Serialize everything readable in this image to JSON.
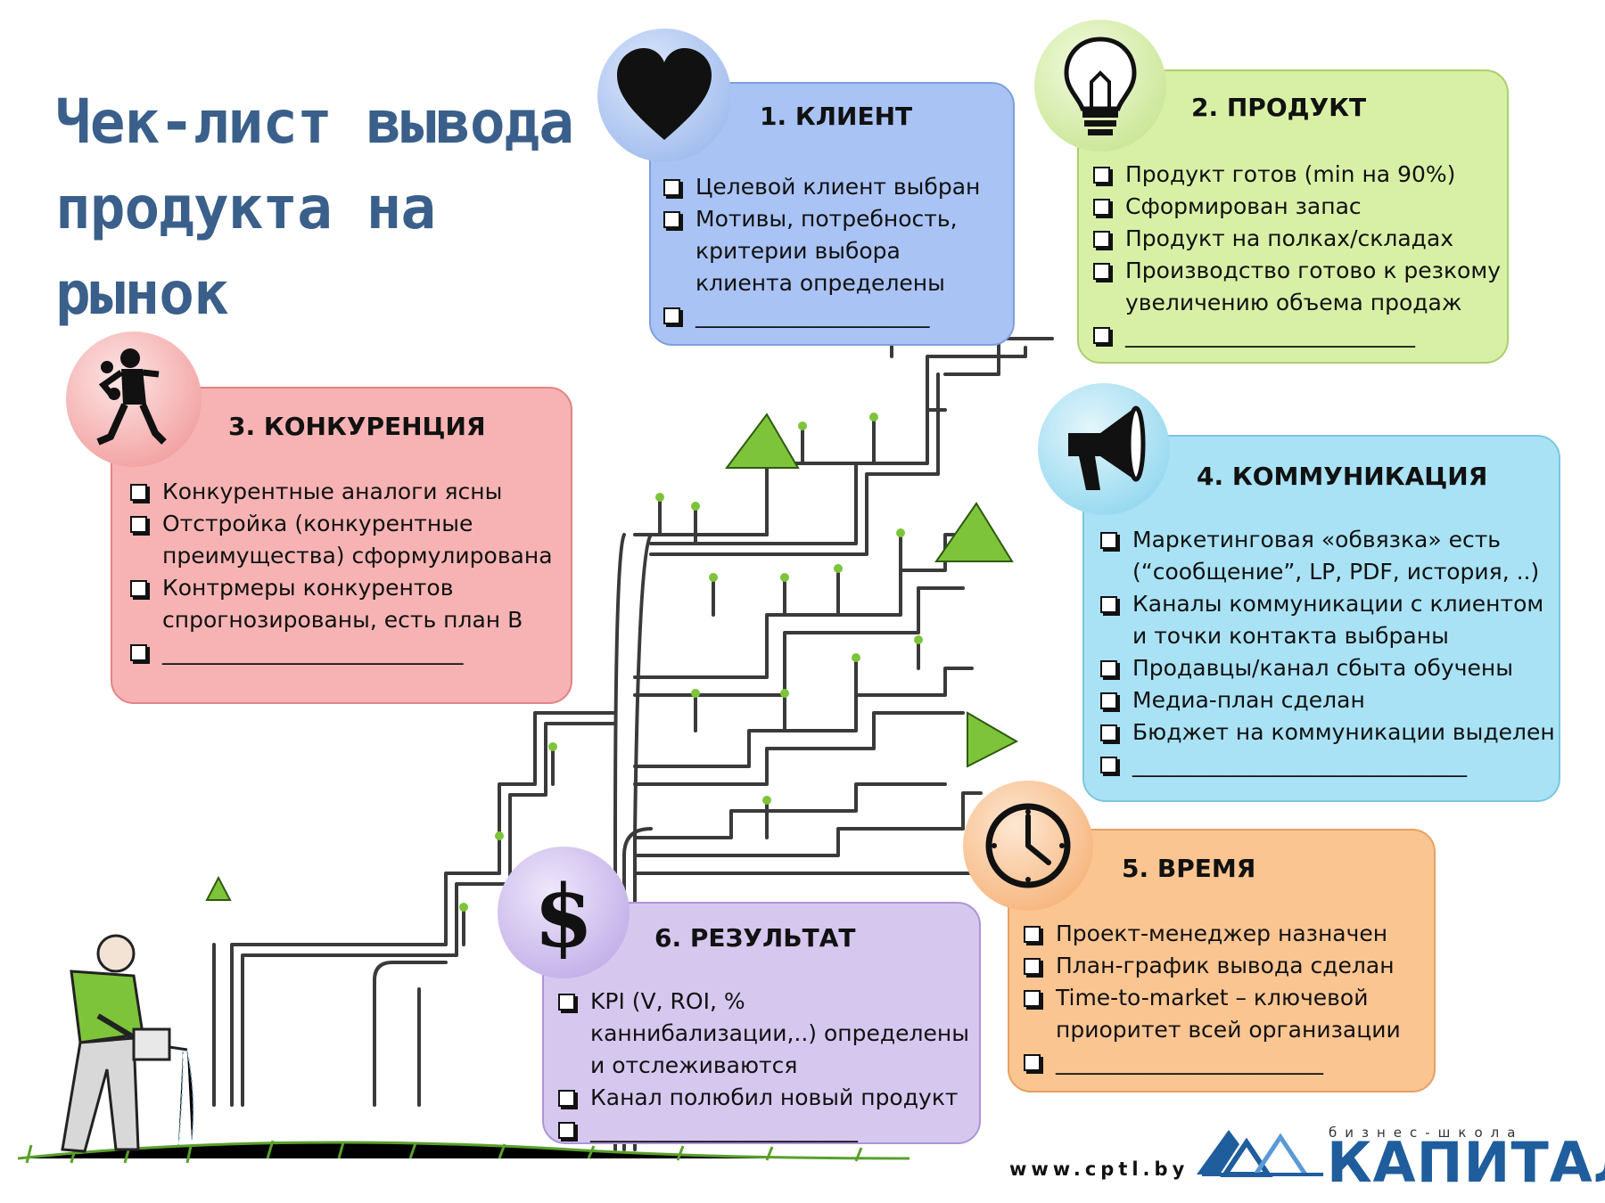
{
  "title": {
    "line1": "Чек-лист вывода",
    "line2": "продукта на рынок"
  },
  "cards": {
    "client": {
      "title": "1. КЛИЕНТ",
      "items": [
        "Целевой клиент выбран",
        "Мотивы, потребность, критерии выбора клиента определены",
        "_____________________"
      ],
      "color": "#a9c3f5"
    },
    "product": {
      "title": "2. ПРОДУКТ",
      "items": [
        "Продукт готов (min на 90%)",
        "Сформирован запас",
        "Продукт на полках/складах",
        "Производство готово к резкому увеличению объема продаж",
        "__________________________"
      ],
      "color": "#d8f0a6"
    },
    "competition": {
      "title": "3. КОНКУРЕНЦИЯ",
      "items": [
        "Конкурентные аналоги ясны",
        "Отстройка (конкурентные преимущества) сформулирована",
        "Контрмеры конкурентов спрогнозированы, есть план В",
        "___________________________"
      ],
      "color": "#f7b3b3"
    },
    "communication": {
      "title": "4. КОММУНИКАЦИЯ",
      "items": [
        "Маркетинговая «обвязка» есть (“сообщение”, LP, PDF, история, ..)",
        "Каналы коммуникации с клиентом и точки контакта выбраны",
        "Продавцы/канал сбыта обучены",
        "Медиа-план сделан",
        "Бюджет на коммуникации выделен",
        "______________________________"
      ],
      "color": "#a9e2f5"
    },
    "time": {
      "title": "5. ВРЕМЯ",
      "items": [
        "Проект-менеджер назначен",
        "План-график вывода сделан",
        "Time-to-market – ключевой приоритет всей организации",
        "________________________"
      ],
      "color": "#fbc592"
    },
    "result": {
      "title": "6. РЕЗУЛЬТАТ",
      "items": [
        "KPI (V, ROI, % каннибализации,..) определены и отслеживаются",
        "Канал полюбил новый продукт",
        "________________________"
      ],
      "color": "#d6c7ef"
    }
  },
  "icons": {
    "client": "heart-icon",
    "product": "lightbulb-icon",
    "competition": "boxer-icon",
    "communication": "megaphone-icon",
    "time": "clock-icon",
    "result": "dollar-icon"
  },
  "footer": {
    "url": "www.cptl.by",
    "brand_small": "бизнес-школа",
    "brand_big": "КАПИТАЛ"
  },
  "accent": "#3a5f8a",
  "tree_leaf_color": "#7dc43a"
}
